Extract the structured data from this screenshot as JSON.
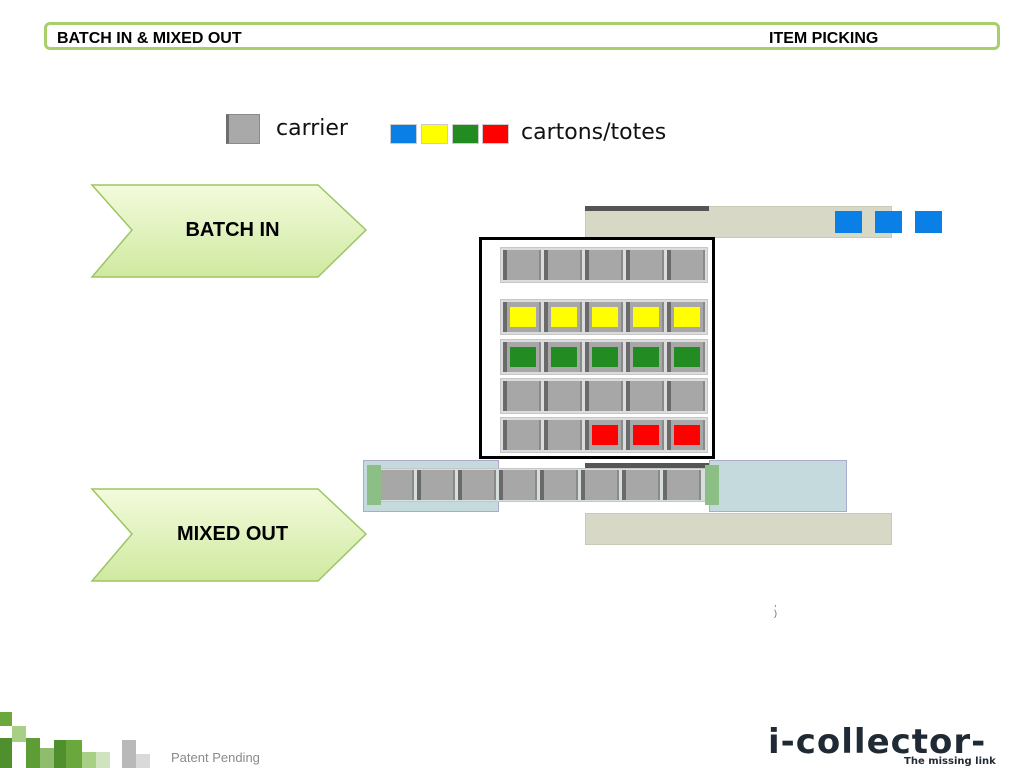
{
  "header": {
    "left_title": "BATCH IN & MIXED OUT",
    "right_title": "ITEM PICKING"
  },
  "legend": {
    "carrier_label": "carrier",
    "totes_label": "cartons/totes",
    "swatch_colors": [
      "#0a7fe6",
      "#ffff00",
      "#228b22",
      "#ff0000"
    ]
  },
  "arrows": {
    "batch_in": "BATCH IN",
    "mixed_out": "MIXED OUT"
  },
  "grid": {
    "rows": [
      [
        "none",
        "none",
        "none",
        "none",
        "none"
      ],
      [
        "yellow",
        "yellow",
        "yellow",
        "yellow",
        "yellow"
      ],
      [
        "green",
        "green",
        "green",
        "green",
        "green"
      ],
      [
        "none",
        "none",
        "none",
        "none",
        "none"
      ],
      [
        "none",
        "none",
        "red",
        "red",
        "red"
      ]
    ],
    "tote_colors": {
      "yellow": "#ffff00",
      "green": "#228b22",
      "red": "#ff0000"
    }
  },
  "incoming_totes": {
    "count": 3,
    "color": "#0a7fe6"
  },
  "output_lane": {
    "carriers": 8
  },
  "footer": {
    "patent": "Patent Pending",
    "logo": "i-collector-",
    "tagline": "The missing link"
  }
}
